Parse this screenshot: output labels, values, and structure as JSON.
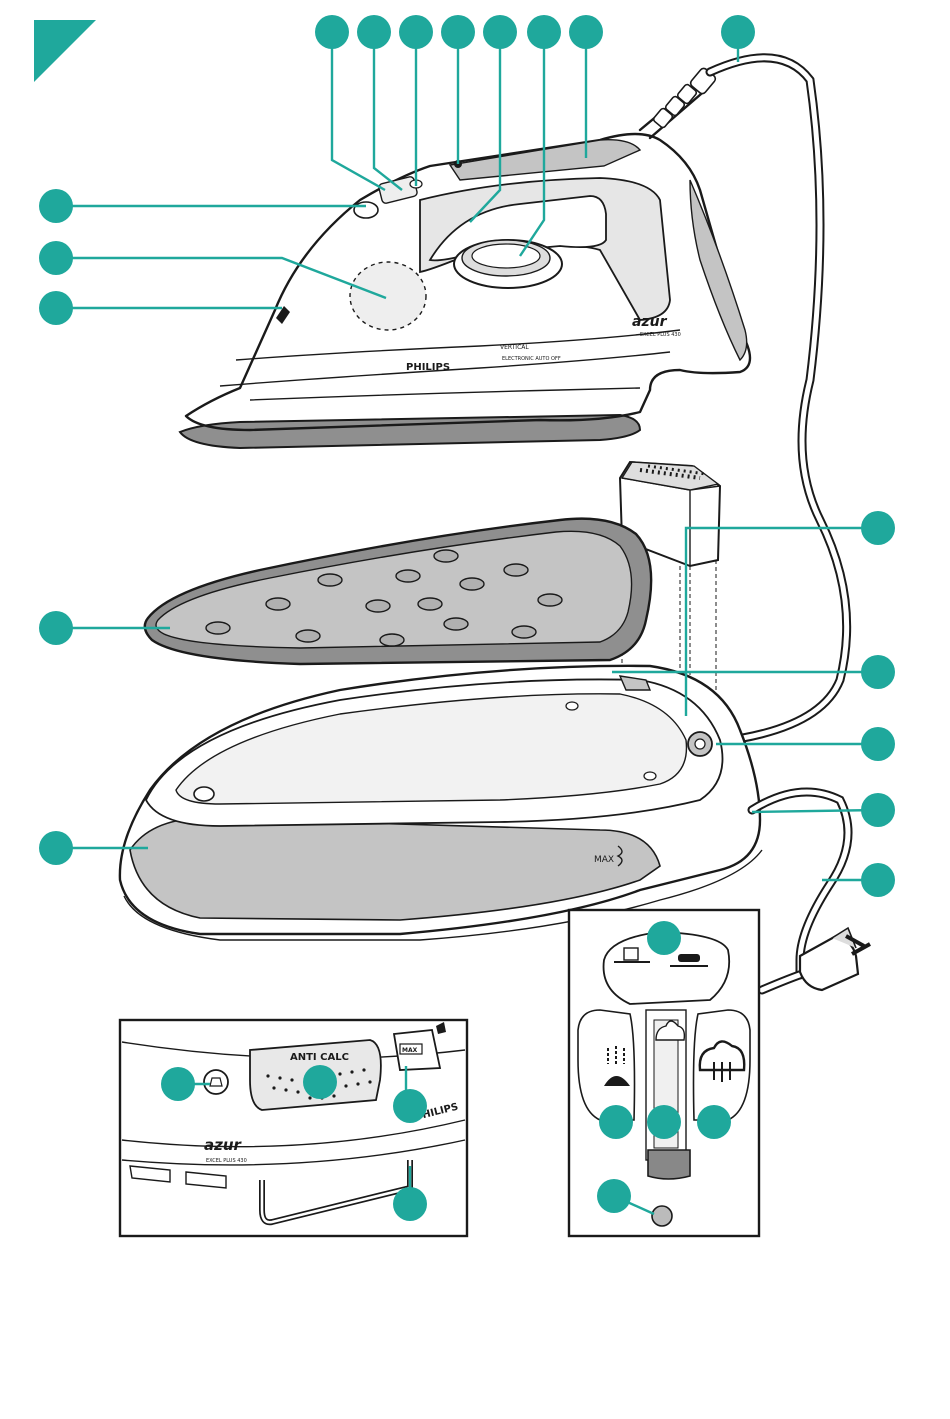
{
  "colors": {
    "accent": "#1fa89c",
    "ink": "#1a1a1a",
    "shade": "#c4c4c4",
    "soleplate": "#8f8f8f"
  },
  "labels": {
    "brand_iron": "PHILIPS",
    "brand_panel": "PHILIPS",
    "model_logo": "azur",
    "model_subtitle": "EXCEL PLUS 430",
    "vertical_text": "VERTICAL",
    "electronic_text": "ELECTRONIC AUTO OFF",
    "anti_calc": "ANTI CALC",
    "max_base": "MAX",
    "max_panel": "MAX"
  },
  "icons": [
    "corner-marker",
    "steam-tank-icon",
    "iron-rest-icon",
    "iron-active-icon",
    "spray-steam-icon",
    "cloud-icon",
    "steam-shot-icon",
    "power-plug-icon"
  ]
}
